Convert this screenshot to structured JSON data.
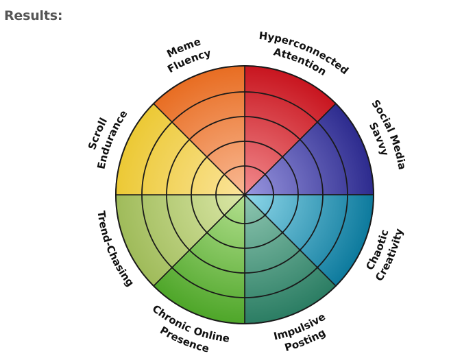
{
  "heading": "Results:",
  "wheel": {
    "segments": [
      {
        "line1": "Hyperconnected",
        "line2": "Attention",
        "color": "#c8151f",
        "center_color": "#f28b8e"
      },
      {
        "line1": "Social Media",
        "line2": "Savvy",
        "color": "#2d2b8e",
        "center_color": "#9a97e0"
      },
      {
        "line1": "Chaotic",
        "line2": "Creativity",
        "color": "#0d7a9d",
        "center_color": "#8fd8ea"
      },
      {
        "line1": "Impulsive",
        "line2": "Posting",
        "color": "#2b7d63",
        "center_color": "#8fc7b2"
      },
      {
        "line1": "Chronic Online",
        "line2": "Presence",
        "color": "#4ea629",
        "center_color": "#b4e08f"
      },
      {
        "line1": "Trend-Chasing",
        "line2": "",
        "color": "#9fbb5a",
        "center_color": "#dbe7a7"
      },
      {
        "line1": "Scroll",
        "line2": "Endurance",
        "color": "#ecc935",
        "center_color": "#fbe49b"
      },
      {
        "line1": "Meme",
        "line2": "Fluency",
        "color": "#e86d22",
        "center_color": "#f9b994"
      }
    ]
  }
}
